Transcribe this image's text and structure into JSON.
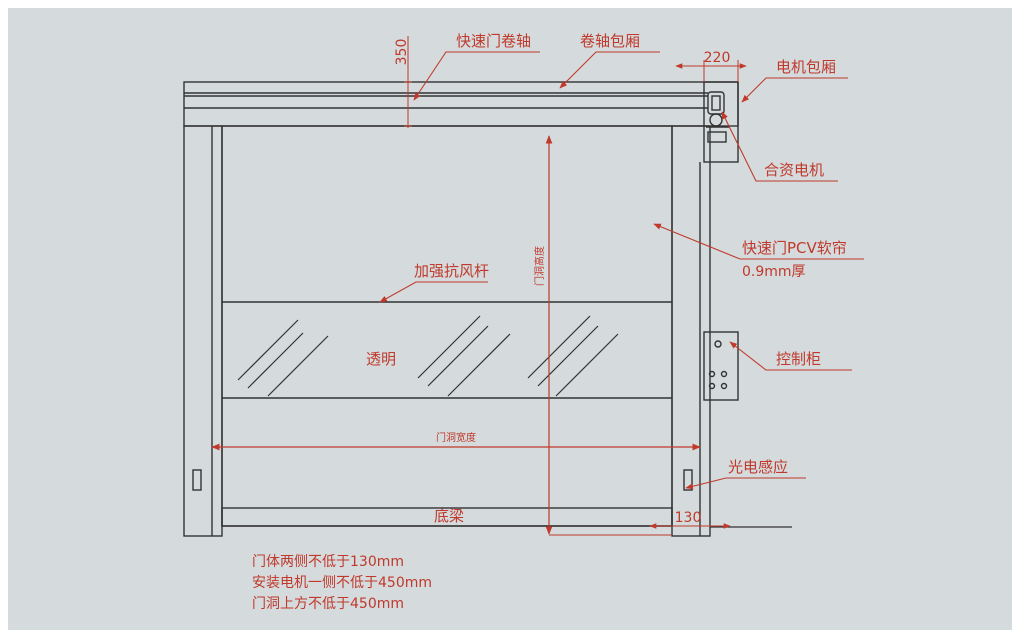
{
  "labels": {
    "dim_350": "350",
    "roller_axis": "快速门卷轴",
    "roller_cover": "卷轴包厢",
    "dim_220": "220",
    "motor_cover": "电机包厢",
    "motor": "合资电机",
    "pvc_curtain_line1": "快速门PCV软帘",
    "pvc_curtain_line2": "0.9mm厚",
    "wind_bar": "加强抗风杆",
    "door_height": "门洞高度",
    "transparent": "透明",
    "control_box": "控制柜",
    "door_width": "门洞宽度",
    "photo_sensor": "光电感应",
    "bottom_beam": "底梁",
    "dim_130": "130"
  },
  "notes": [
    "门体两侧不低于130mm",
    "安装电机一侧不低于450mm",
    "门洞上方不低于450mm"
  ],
  "colors": {
    "background": "#d5dadd",
    "line": "#333333",
    "annotation": "#c0392b"
  }
}
